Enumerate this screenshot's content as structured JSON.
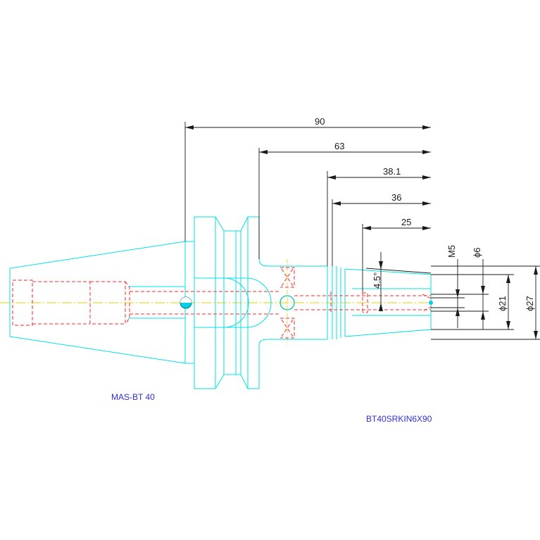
{
  "drawing": {
    "dimensions": {
      "overall_length": "90",
      "flange_to_tip": "63",
      "body_length": "38.1",
      "taper_length": "36",
      "nose_length": "25",
      "taper_angle": "4.5°",
      "thread": "M5",
      "bore_diameter": "ϕ6",
      "nose_diameter": "ϕ21",
      "body_diameter": "ϕ27"
    },
    "labels": {
      "taper_standard": "MAS-BT 40",
      "part_number": "BT40SRKIN6X90"
    },
    "colors": {
      "outline": "#00e0e6",
      "hidden": "#ff2a2a",
      "centerline": "#e6d000",
      "dimension": "#1a1a1a",
      "label": "#2f2fd6",
      "highlight": "#00c8a0"
    }
  }
}
